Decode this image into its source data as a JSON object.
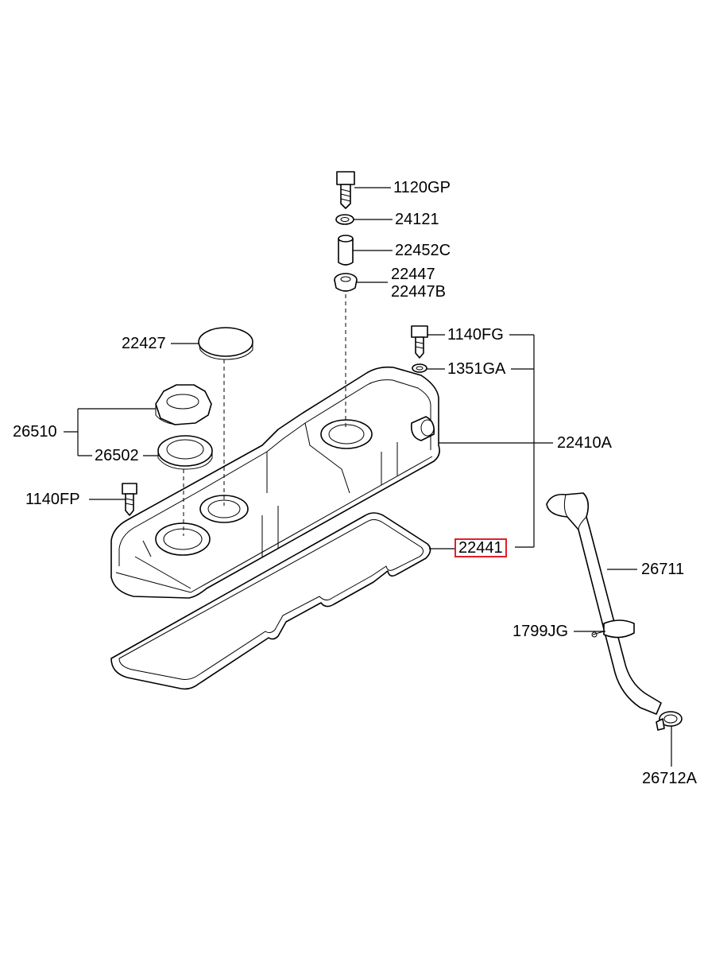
{
  "labels": {
    "p1120GP": "1120GP",
    "p24121": "24121",
    "p22452C": "22452C",
    "p22447": "22447",
    "p22447B": "22447B",
    "p1140FG": "1140FG",
    "p1351GA": "1351GA",
    "p22427": "22427",
    "p26510": "26510",
    "p26502": "26502",
    "p22410A": "22410A",
    "p1140FP": "1140FP",
    "p22441": "22441",
    "p26711": "26711",
    "p1799JG": "1799JG",
    "p26712A": "26712A"
  },
  "highlight": {
    "part": "22441",
    "color": "#e0202a"
  }
}
